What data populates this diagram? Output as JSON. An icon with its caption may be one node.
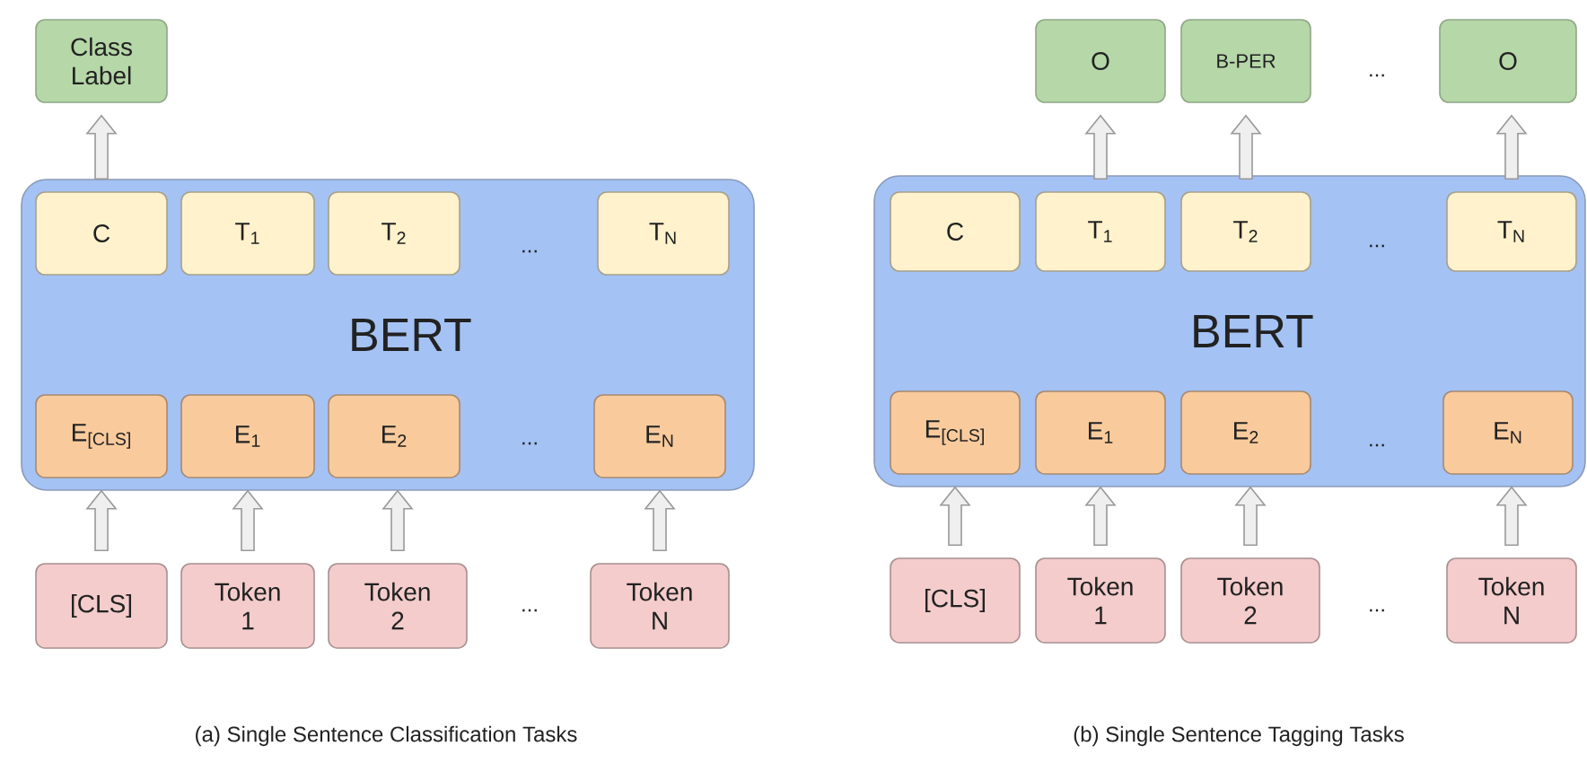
{
  "diagram": {
    "nodes": [
      {
        "text": [
          "Class Label"
        ]
      },
      {
        "text": [
          "BERT"
        ]
      },
      {
        "text": [
          "C"
        ],
        "in": 1
      },
      {
        "text": [
          "T$_{1}$"
        ],
        "in": 1
      },
      {
        "text": [
          "T$_{2}$"
        ],
        "in": 1
      },
      {
        "text": [
          "T$_{N}$"
        ],
        "in": 1
      },
      {
        "text": [
          "E$_{[CLS]}$"
        ],
        "in": 1
      },
      {
        "text": [
          "E$_{1}$"
        ],
        "in": 1
      },
      {
        "text": [
          "E$_{2}$"
        ],
        "in": 1
      },
      {
        "text": [
          "E$_{N}$"
        ],
        "in": 1
      },
      {
        "text": [
          "[CLS]"
        ]
      },
      {
        "text": [
          "Token 1"
        ]
      },
      {
        "text": [
          "Token 2"
        ]
      },
      {
        "text": [
          "Token N"
        ]
      },
      {
        "text": [
          "O"
        ]
      },
      {
        "text": [
          "B-PER"
        ]
      },
      {
        "text": [
          "O"
        ]
      },
      {
        "text": [
          "BERT"
        ]
      },
      {
        "text": [
          "C"
        ],
        "in": 17
      },
      {
        "text": [
          "T$_{1}$"
        ],
        "in": 17
      },
      {
        "text": [
          "T$_{2}$"
        ],
        "in": 17
      },
      {
        "text": [
          "T$_{N}$"
        ],
        "in": 17
      },
      {
        "text": [
          "E$_{[CLS]}$"
        ],
        "in": 17
      },
      {
        "text": [
          "E$_{1}$"
        ],
        "in": 17
      },
      {
        "text": [
          "E$_{2}$"
        ],
        "in": 17
      },
      {
        "text": [
          "E$_{N}$"
        ],
        "in": 17
      },
      {
        "text": [
          "[CLS]"
        ]
      },
      {
        "text": [
          "Token 1"
        ]
      },
      {
        "text": [
          "Token 2"
        ]
      },
      {
        "text": [
          "Token N"
        ]
      }
    ],
    "edges": [
      {
        "from": 2,
        "to": 0,
        "arrow": "to"
      },
      {
        "from": 10,
        "to": 6,
        "arrow": "to"
      },
      {
        "from": 11,
        "to": 7,
        "arrow": "to"
      },
      {
        "from": 12,
        "to": 8,
        "arrow": "to"
      },
      {
        "from": 13,
        "to": 9,
        "arrow": "to"
      },
      {
        "from": 19,
        "to": 14,
        "arrow": "to"
      },
      {
        "from": 20,
        "to": 15,
        "arrow": "to"
      },
      {
        "from": 21,
        "to": 16,
        "arrow": "to"
      },
      {
        "from": 26,
        "to": 22,
        "arrow": "to"
      },
      {
        "from": 27,
        "to": 23,
        "arrow": "to"
      },
      {
        "from": 28,
        "to": 24,
        "arrow": "to"
      },
      {
        "from": 29,
        "to": 25,
        "arrow": "to"
      }
    ],
    "labels": [
      "...",
      "...",
      "...",
      "(a) Single Sentence Classification Tasks",
      "...",
      "...",
      "...",
      "...",
      "(b) Single Sentence Tagging Tasks"
    ]
  }
}
